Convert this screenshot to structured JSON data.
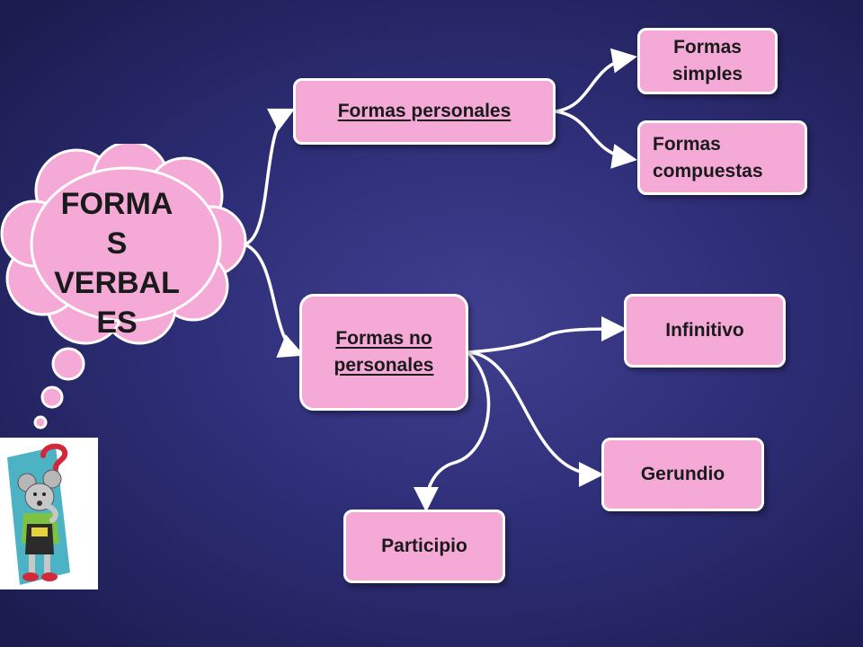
{
  "central": {
    "lines": [
      "FORMA",
      "S",
      "VERBAL",
      "ES"
    ]
  },
  "branches": {
    "personales": {
      "label": "Formas personales",
      "children": [
        "Formas simples",
        "Formas compuestas"
      ]
    },
    "no_personales": {
      "label_line1": "Formas no",
      "label_line2": "personales",
      "children": [
        "Infinitivo",
        "Gerundio",
        "Participio"
      ]
    }
  },
  "leaves": {
    "simples_line1": "Formas",
    "simples_line2": "simples",
    "compuestas_line1": "Formas",
    "compuestas_line2": "compuestas",
    "infinitivo": "Infinitivo",
    "gerundio": "Gerundio",
    "participio": "Participio"
  },
  "colors": {
    "background": "#2e2e78",
    "node_fill": "#f4a9d6",
    "node_border": "#ffffff",
    "connector": "#ffffff"
  },
  "illustration": {
    "icon": "thinking-mouse-with-question-mark"
  }
}
